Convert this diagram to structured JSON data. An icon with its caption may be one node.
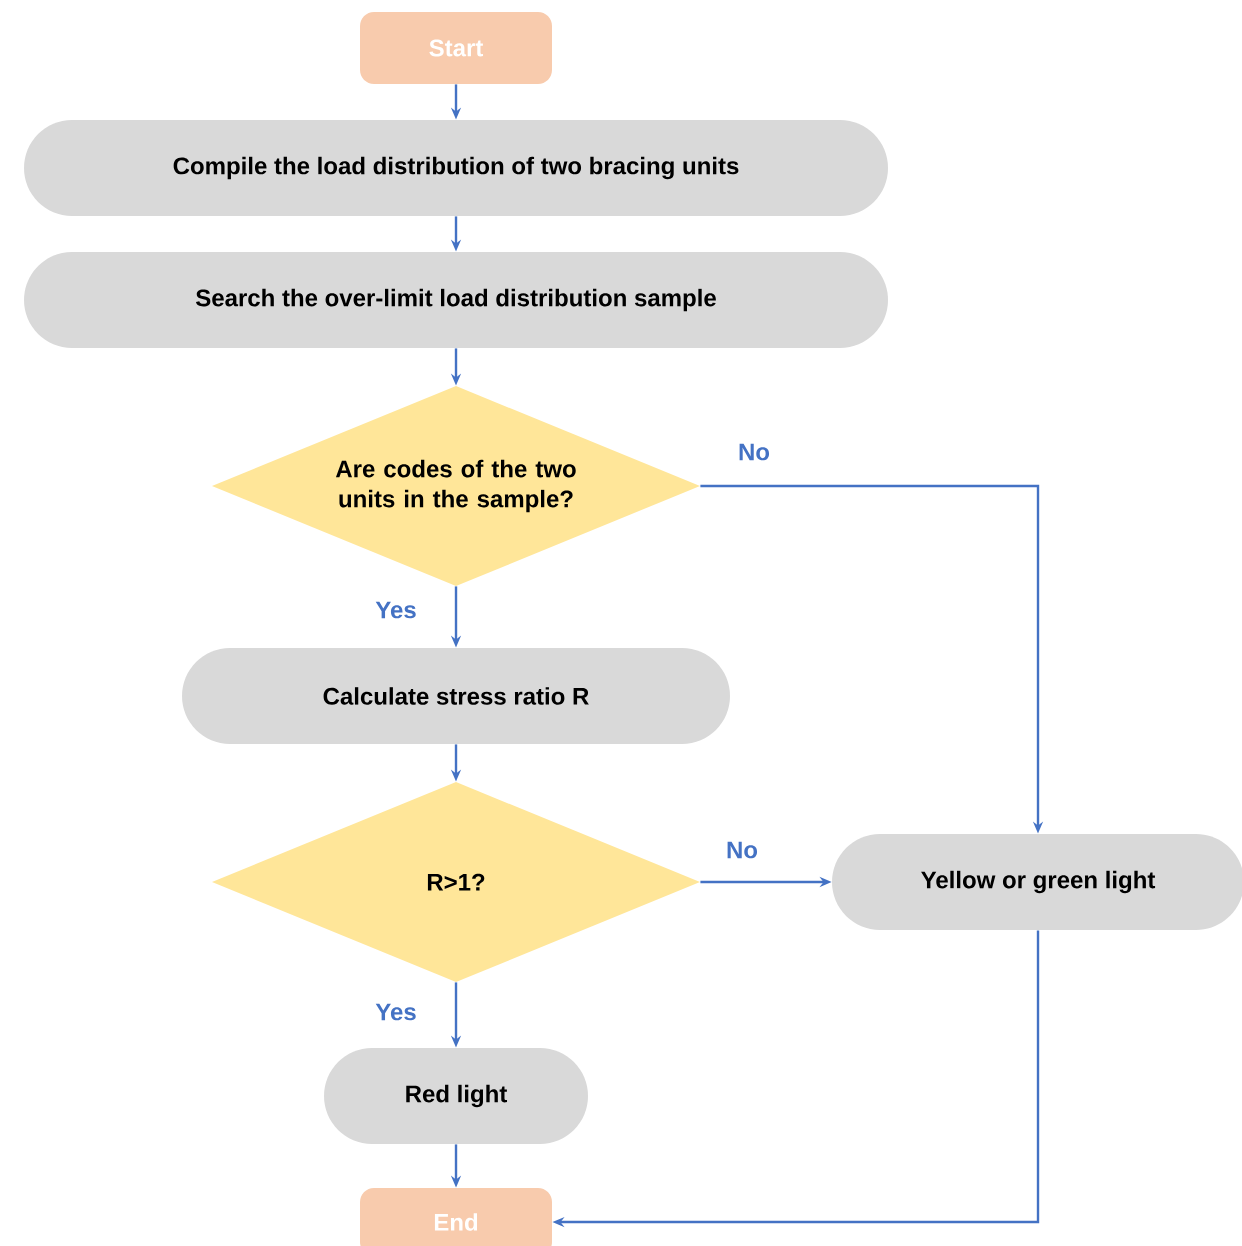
{
  "diagram": {
    "nodes": [
      {
        "text": [
          "Start"
        ]
      },
      {
        "text": [
          "Compile the load distribution of two bracing units"
        ]
      },
      {
        "text": [
          "Search the over-limit load distribution sample"
        ]
      },
      {
        "text": [
          "Are codes of the two units in the sample?"
        ]
      },
      {
        "text": [
          "Calculate stress ratio R"
        ]
      },
      {
        "text": [
          "R>1?"
        ]
      },
      {
        "text": [
          "Yellow or green light"
        ]
      },
      {
        "text": [
          "Red light"
        ]
      },
      {
        "text": [
          "End"
        ]
      }
    ],
    "edges": [
      {
        "from": 0,
        "to": 1,
        "arrow": "to"
      },
      {
        "from": 1,
        "to": 2,
        "arrow": "to"
      },
      {
        "from": 2,
        "to": 3,
        "arrow": "to"
      },
      {
        "from": 3,
        "to": 4,
        "arrow": "to",
        "label": "Yes"
      },
      {
        "from": 3,
        "to": 6,
        "arrow": "to",
        "label": "No"
      },
      {
        "from": 4,
        "to": 5,
        "arrow": "to"
      },
      {
        "from": 5,
        "to": 6,
        "arrow": "to",
        "label": "No"
      },
      {
        "from": 5,
        "to": 7,
        "arrow": "to",
        "label": "Yes"
      },
      {
        "from": 7,
        "to": 8,
        "arrow": "to"
      },
      {
        "from": 6,
        "to": 8,
        "arrow": "to"
      }
    ]
  }
}
